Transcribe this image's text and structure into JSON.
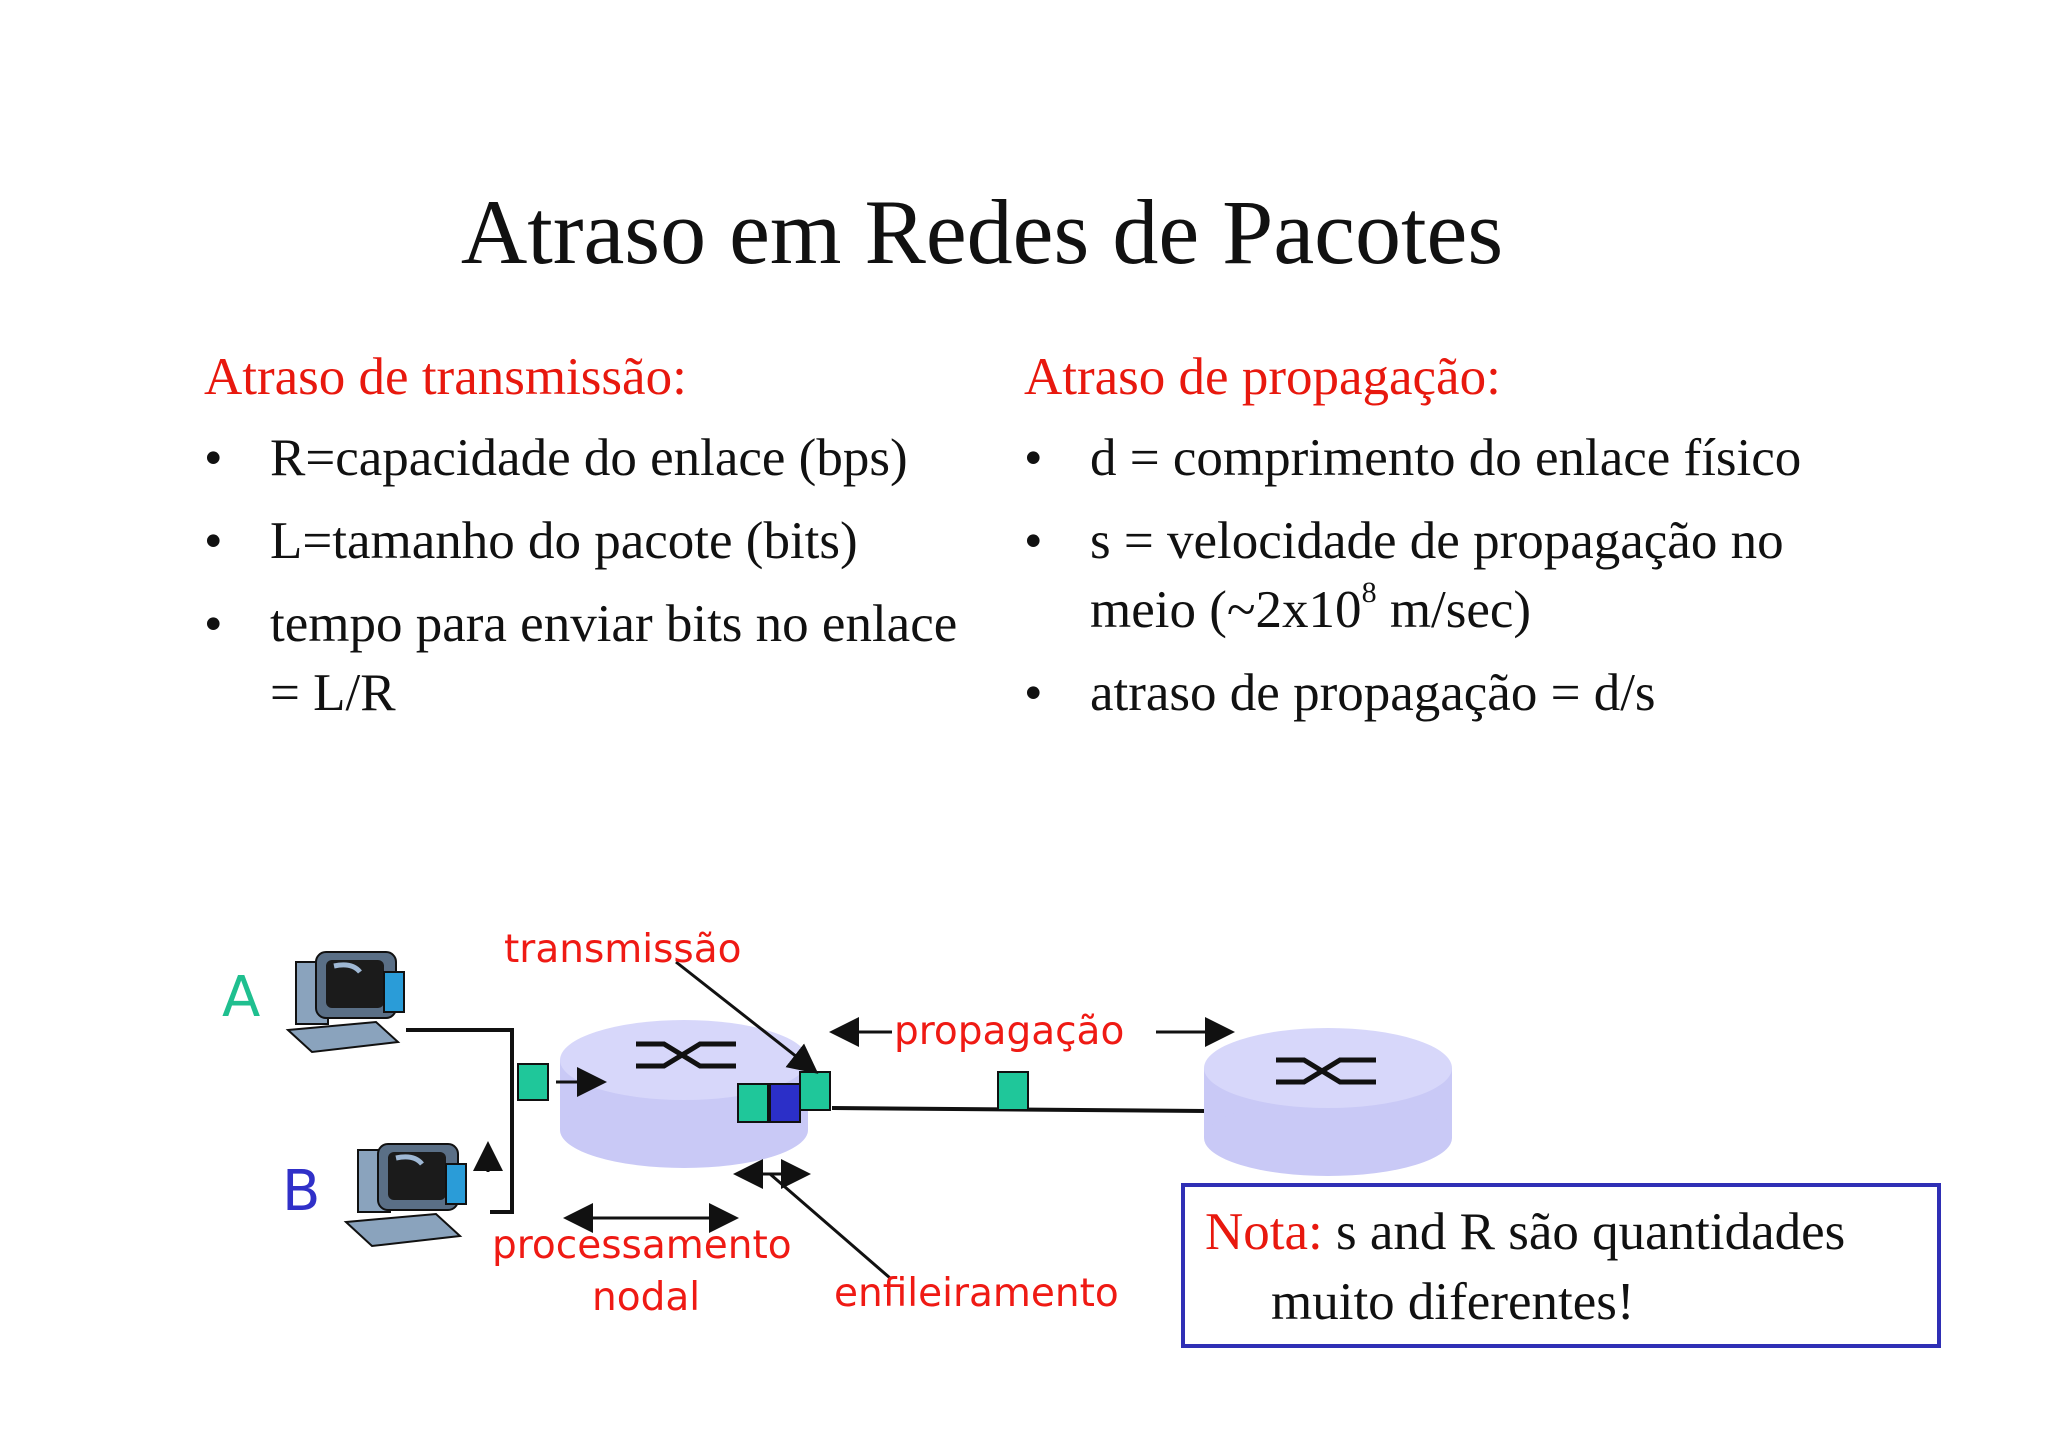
{
  "title": "Atraso em Redes de Pacotes",
  "left": {
    "heading": "Atraso de transmissão:",
    "bullets": [
      "R=capacidade do enlace (bps)",
      "L=tamanho do pacote (bits)",
      "tempo para enviar bits no enlace = L/R"
    ]
  },
  "right": {
    "heading": "Atraso de propagação:",
    "bullet1": "d = comprimento do enlace físico",
    "bullet2_before": "s = velocidade de propagação no meio (~2x10",
    "bullet2_sup": "8",
    "bullet2_after": " m/sec)",
    "bullet3": "atraso de propagação = d/s"
  },
  "bullet_char": "•",
  "diagram": {
    "host_a": "A",
    "host_b": "B",
    "label_transmissao": "transmissão",
    "label_propagacao": "propagação",
    "label_processamento": "processamento",
    "label_nodal": "nodal",
    "label_enfileiramento": "enfileiramento"
  },
  "note": {
    "prefix": "Nota:",
    "line1": " s and R são quantidades",
    "line2": "muito diferentes!"
  },
  "colors": {
    "heading_red": "#e8180e",
    "label_red": "#ef1a14",
    "host_a": "#1fbf8f",
    "host_b": "#3030c8",
    "packet_green": "#1fc79a",
    "packet_blue": "#2b2fc8",
    "router_fill": "#c9c9f6",
    "note_border": "#2f2fb5"
  }
}
